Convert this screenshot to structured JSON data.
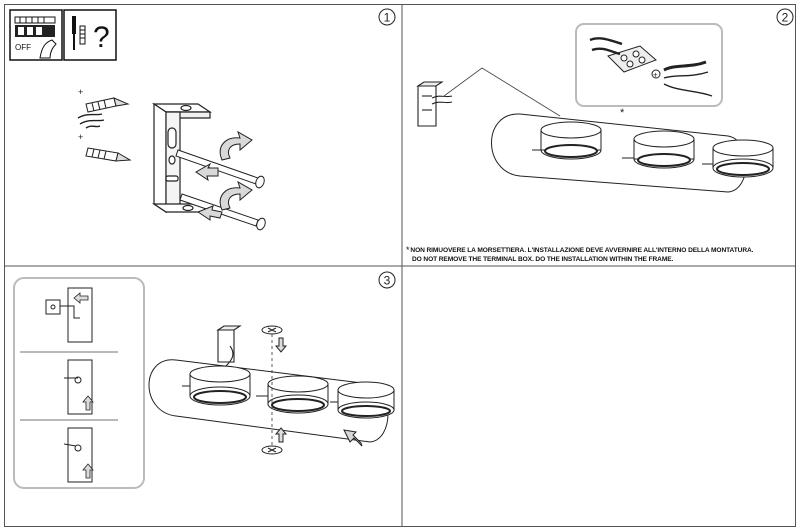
{
  "panels": {
    "step1": {
      "number": "1"
    },
    "step2": {
      "number": "2"
    },
    "step3": {
      "number": "3"
    }
  },
  "power_box": {
    "off_label": "OFF"
  },
  "tools_box": {
    "question_mark": "?"
  },
  "note": {
    "marker": "*",
    "line_it": "NON RIMUOVERE LA MORSETTIERA. L'INSTALLAZIONE DEVE AVVERNIRE ALL'INTERNO DELLA MONTATURA.",
    "line_en": "DO NOT REMOVE THE TERMINAL BOX. DO THE INSTALLATION WITHIN THE FRAME."
  },
  "callout": {
    "marker": "*",
    "plus": "+"
  },
  "icons": [
    "power-off-icon",
    "screwdriver-icon",
    "wall-plug-icon",
    "screw-icon",
    "rotate-arrow-icon",
    "push-arrow-icon",
    "terminal-block-icon"
  ],
  "colors": {
    "line": "#222222",
    "panel_border": "#555555",
    "arrow_fill": "#d9d9d9",
    "callout_border": "#bbbbbb"
  }
}
